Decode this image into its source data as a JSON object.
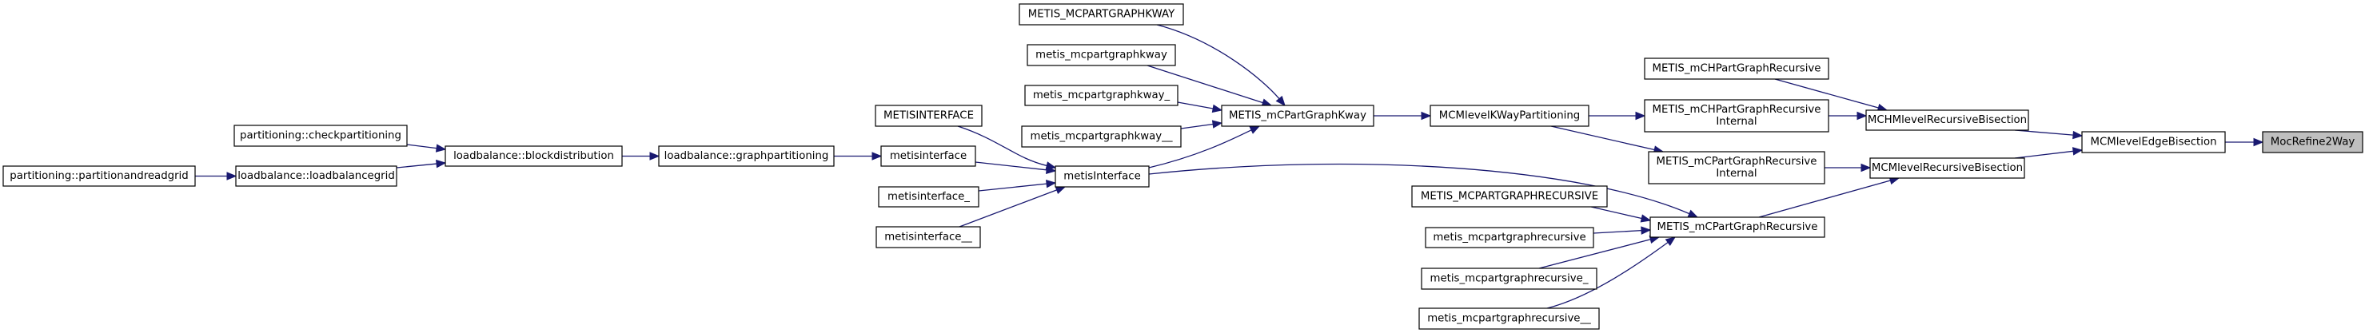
{
  "diagram": {
    "type": "caller-graph",
    "focus_node": "MocRefine2Way",
    "colors": {
      "edge": "#191970",
      "node_border": "#000000",
      "node_fill": "#ffffff",
      "focus_fill": "#bfbfbf"
    },
    "nodes": [
      {
        "id": "partitionandreadgrid",
        "lines": [
          "partitioning::partitionandreadgrid"
        ]
      },
      {
        "id": "checkpartitioning",
        "lines": [
          "partitioning::checkpartitioning"
        ]
      },
      {
        "id": "loadbalancegrid",
        "lines": [
          "loadbalance::loadbalancegrid"
        ]
      },
      {
        "id": "blockdistribution",
        "lines": [
          "loadbalance::blockdistribution"
        ]
      },
      {
        "id": "graphpartitioning",
        "lines": [
          "loadbalance::graphpartitioning"
        ]
      },
      {
        "id": "METISINTERFACE",
        "lines": [
          "METISINTERFACE"
        ]
      },
      {
        "id": "metisinterface",
        "lines": [
          "metisinterface"
        ]
      },
      {
        "id": "metisinterface_",
        "lines": [
          "metisinterface_"
        ]
      },
      {
        "id": "metisinterface__",
        "lines": [
          "metisinterface__"
        ]
      },
      {
        "id": "metisInterface",
        "lines": [
          "metisInterface"
        ]
      },
      {
        "id": "METIS_MCPARTGRAPHKWAY",
        "lines": [
          "METIS_MCPARTGRAPHKWAY"
        ]
      },
      {
        "id": "metis_mcpartgraphkway",
        "lines": [
          "metis_mcpartgraphkway"
        ]
      },
      {
        "id": "metis_mcpartgraphkway_",
        "lines": [
          "metis_mcpartgraphkway_"
        ]
      },
      {
        "id": "metis_mcpartgraphkway__",
        "lines": [
          "metis_mcpartgraphkway__"
        ]
      },
      {
        "id": "METIS_mCPartGraphKway",
        "lines": [
          "METIS_mCPartGraphKway"
        ]
      },
      {
        "id": "MCMlevelKWayPartitioning",
        "lines": [
          "MCMlevelKWayPartitioning"
        ]
      },
      {
        "id": "METIS_MCPARTGRAPHRECURSIVE",
        "lines": [
          "METIS_MCPARTGRAPHRECURSIVE"
        ]
      },
      {
        "id": "metis_mcpartgraphrecursive",
        "lines": [
          "metis_mcpartgraphrecursive"
        ]
      },
      {
        "id": "metis_mcpartgraphrecursive_",
        "lines": [
          "metis_mcpartgraphrecursive_"
        ]
      },
      {
        "id": "metis_mcpartgraphrecursive__",
        "lines": [
          "metis_mcpartgraphrecursive__"
        ]
      },
      {
        "id": "METIS_mCPartGraphRecursive",
        "lines": [
          "METIS_mCPartGraphRecursive"
        ]
      },
      {
        "id": "METIS_mCHPartGraphRecursive",
        "lines": [
          "METIS_mCHPartGraphRecursive"
        ]
      },
      {
        "id": "METIS_mCHPartGraphRecursiveInternal",
        "lines": [
          "METIS_mCHPartGraphRecursive",
          "Internal"
        ]
      },
      {
        "id": "METIS_mCPartGraphRecursiveInternal",
        "lines": [
          "METIS_mCPartGraphRecursive",
          "Internal"
        ]
      },
      {
        "id": "MCHMlevelRecursiveBisection",
        "lines": [
          "MCHMlevelRecursiveBisection"
        ]
      },
      {
        "id": "MCMlevelRecursiveBisection",
        "lines": [
          "MCMlevelRecursiveBisection"
        ]
      },
      {
        "id": "MCMlevelEdgeBisection",
        "lines": [
          "MCMlevelEdgeBisection"
        ]
      },
      {
        "id": "MocRefine2Way",
        "lines": [
          "MocRefine2Way"
        ],
        "highlight": true
      }
    ],
    "edges": [
      {
        "from": "partitionandreadgrid",
        "to": "loadbalancegrid"
      },
      {
        "from": "checkpartitioning",
        "to": "blockdistribution"
      },
      {
        "from": "loadbalancegrid",
        "to": "blockdistribution"
      },
      {
        "from": "blockdistribution",
        "to": "graphpartitioning"
      },
      {
        "from": "graphpartitioning",
        "to": "metisinterface"
      },
      {
        "from": "METISINTERFACE",
        "to": "metisInterface"
      },
      {
        "from": "metisinterface",
        "to": "metisInterface"
      },
      {
        "from": "metisinterface_",
        "to": "metisInterface"
      },
      {
        "from": "metisinterface__",
        "to": "metisInterface"
      },
      {
        "from": "metisInterface",
        "to": "METIS_mCPartGraphKway"
      },
      {
        "from": "metisInterface",
        "to": "METIS_mCPartGraphRecursive"
      },
      {
        "from": "METIS_MCPARTGRAPHKWAY",
        "to": "METIS_mCPartGraphKway"
      },
      {
        "from": "metis_mcpartgraphkway",
        "to": "METIS_mCPartGraphKway"
      },
      {
        "from": "metis_mcpartgraphkway_",
        "to": "METIS_mCPartGraphKway"
      },
      {
        "from": "metis_mcpartgraphkway__",
        "to": "METIS_mCPartGraphKway"
      },
      {
        "from": "METIS_mCPartGraphKway",
        "to": "MCMlevelKWayPartitioning"
      },
      {
        "from": "MCMlevelKWayPartitioning",
        "to": "METIS_mCHPartGraphRecursiveInternal"
      },
      {
        "from": "MCMlevelKWayPartitioning",
        "to": "METIS_mCPartGraphRecursiveInternal"
      },
      {
        "from": "METIS_MCPARTGRAPHRECURSIVE",
        "to": "METIS_mCPartGraphRecursive"
      },
      {
        "from": "metis_mcpartgraphrecursive",
        "to": "METIS_mCPartGraphRecursive"
      },
      {
        "from": "metis_mcpartgraphrecursive_",
        "to": "METIS_mCPartGraphRecursive"
      },
      {
        "from": "metis_mcpartgraphrecursive__",
        "to": "METIS_mCPartGraphRecursive"
      },
      {
        "from": "METIS_mCPartGraphRecursive",
        "to": "MCMlevelRecursiveBisection"
      },
      {
        "from": "METIS_mCHPartGraphRecursive",
        "to": "MCHMlevelRecursiveBisection"
      },
      {
        "from": "METIS_mCHPartGraphRecursiveInternal",
        "to": "MCHMlevelRecursiveBisection"
      },
      {
        "from": "METIS_mCPartGraphRecursiveInternal",
        "to": "MCMlevelRecursiveBisection"
      },
      {
        "from": "MCHMlevelRecursiveBisection",
        "to": "MCMlevelEdgeBisection"
      },
      {
        "from": "MCMlevelRecursiveBisection",
        "to": "MCMlevelEdgeBisection"
      },
      {
        "from": "MCMlevelEdgeBisection",
        "to": "MocRefine2Way"
      }
    ]
  }
}
